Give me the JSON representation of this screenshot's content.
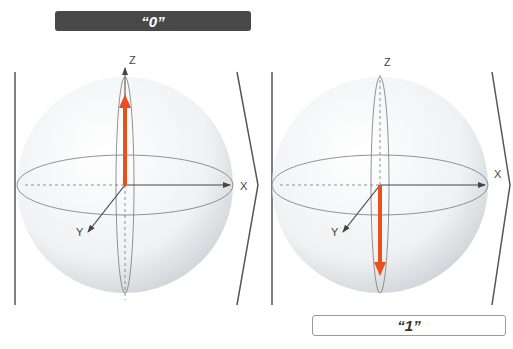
{
  "diagram": {
    "nodes": [
      {
        "text": [
          "“0”"
        ]
      },
      {
        "text": [
          "“1”"
        ]
      }
    ],
    "labels": [
      "Z",
      "X",
      "Y",
      "Z",
      "X",
      "Y"
    ]
  }
}
